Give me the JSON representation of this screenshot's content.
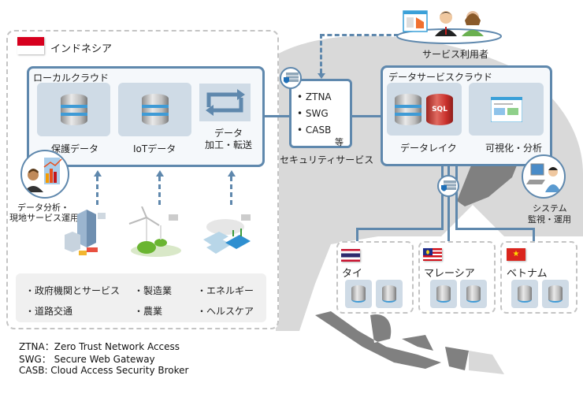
{
  "colors": {
    "accent": "#5f88ad",
    "tile": "#cfdbe6",
    "dashed_border": "#c4c4c4",
    "map_gray": "#d9d9d9",
    "map_dark": "#808080",
    "sql_red": "#c9302c"
  },
  "indonesia": {
    "flag": "indonesia-flag",
    "name": "インドネシア",
    "local_cloud": {
      "title": "ローカルクラウド",
      "items": [
        {
          "icon": "database-icon",
          "label": "保護データ"
        },
        {
          "icon": "database-icon",
          "label": "IoTデータ"
        },
        {
          "icon": "transfer-arrows-icon",
          "label_line1": "データ",
          "label_line2": "加工・転送"
        }
      ]
    },
    "analyst": {
      "icon": "analyst-chart-icon",
      "label_line1": "データ分析・",
      "label_line2": "現地サービス運用"
    },
    "sources": [
      {
        "icon": "city-buildings-icon"
      },
      {
        "icon": "wind-turbine-icon"
      },
      {
        "icon": "greenhouse-farm-icon"
      }
    ],
    "industries": [
      [
        "・政府機関とサービス",
        "・製造業",
        "・エネルギー"
      ],
      [
        "・道路交通",
        "・農業",
        "・ヘルスケア"
      ]
    ]
  },
  "security": {
    "icon": "firewall-shield-icon",
    "items": [
      "• ZTNA",
      "• SWG",
      "• CASB"
    ],
    "etc": "等",
    "label": "セキュリティサービス"
  },
  "service_users": {
    "icon": "users-group-icon",
    "label": "サービス利用者"
  },
  "data_service_cloud": {
    "title": "データサービスクラウド",
    "items": [
      {
        "icon": "database-sql-icon",
        "label": "データレイク",
        "sql": "SQL"
      },
      {
        "icon": "dashboard-window-icon",
        "label": "可視化・分析"
      }
    ]
  },
  "operator": {
    "icon": "system-operator-icon",
    "label_line1": "システム",
    "label_line2": "監視・運用"
  },
  "countries": [
    {
      "flag": "thailand-flag",
      "name": "タイ"
    },
    {
      "flag": "malaysia-flag",
      "name": "マレーシア"
    },
    {
      "flag": "vietnam-flag",
      "name": "ベトナム",
      "star": "★"
    }
  ],
  "abbreviations": [
    "ZTNA：Zero Trust Network Access",
    "SWG： Secure Web Gateway",
    "CASB:  Cloud Access Security Broker"
  ]
}
